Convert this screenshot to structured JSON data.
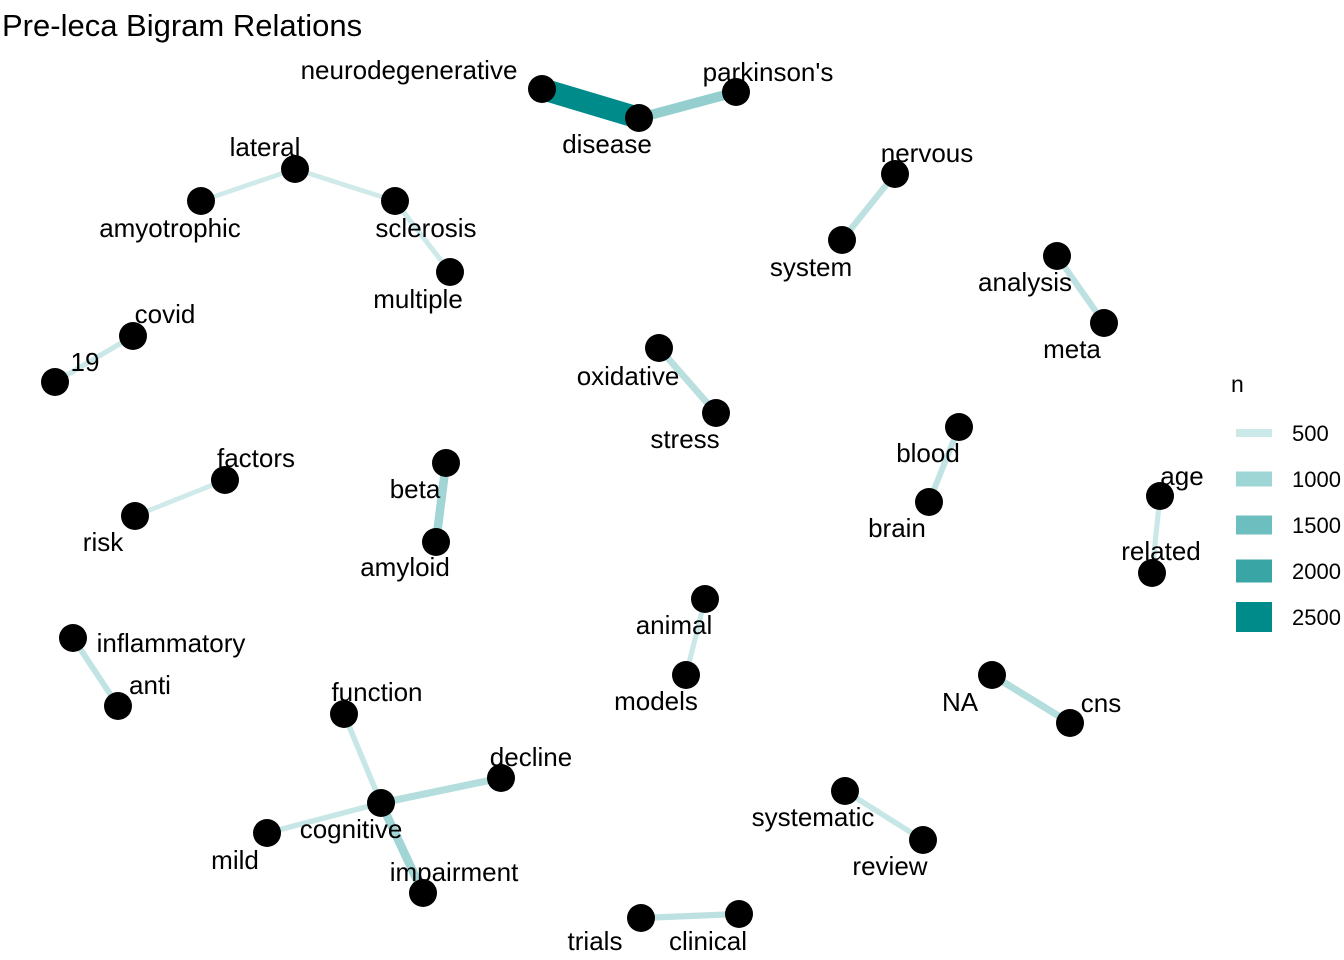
{
  "title": "Pre-leca Bigram Relations",
  "colors": {
    "edge_low": "#d9eeee",
    "edge_high": "#008b8b",
    "node": "#000000"
  },
  "legend": {
    "title": "n",
    "entries": [
      {
        "label": "500",
        "value": 500,
        "color": "#cce9e9"
      },
      {
        "label": "1000",
        "value": 1000,
        "color": "#9ed5d5"
      },
      {
        "label": "1500",
        "value": 1500,
        "color": "#6dbebe"
      },
      {
        "label": "2000",
        "value": 2000,
        "color": "#3aa5a5"
      },
      {
        "label": "2500",
        "value": 2500,
        "color": "#008b8b"
      }
    ]
  },
  "nodes": [
    {
      "id": "neurodegenerative",
      "label": "neurodegenerative"
    },
    {
      "id": "disease",
      "label": "disease"
    },
    {
      "id": "parkinsons",
      "label": "parkinson's"
    },
    {
      "id": "lateral",
      "label": "lateral"
    },
    {
      "id": "amyotrophic",
      "label": "amyotrophic"
    },
    {
      "id": "sclerosis",
      "label": "sclerosis"
    },
    {
      "id": "multiple",
      "label": "multiple"
    },
    {
      "id": "nervous",
      "label": "nervous"
    },
    {
      "id": "system",
      "label": "system"
    },
    {
      "id": "analysis",
      "label": "analysis"
    },
    {
      "id": "meta",
      "label": "meta"
    },
    {
      "id": "covid",
      "label": "covid"
    },
    {
      "id": "n19",
      "label": "19"
    },
    {
      "id": "oxidative",
      "label": "oxidative"
    },
    {
      "id": "stress",
      "label": "stress"
    },
    {
      "id": "factors",
      "label": "factors"
    },
    {
      "id": "risk",
      "label": "risk"
    },
    {
      "id": "beta",
      "label": "beta"
    },
    {
      "id": "amyloid",
      "label": "amyloid"
    },
    {
      "id": "blood",
      "label": "blood"
    },
    {
      "id": "brain",
      "label": "brain"
    },
    {
      "id": "age",
      "label": "age"
    },
    {
      "id": "related",
      "label": "related"
    },
    {
      "id": "inflammatory",
      "label": "inflammatory"
    },
    {
      "id": "anti",
      "label": "anti"
    },
    {
      "id": "animal",
      "label": "animal"
    },
    {
      "id": "models",
      "label": "models"
    },
    {
      "id": "function",
      "label": "function"
    },
    {
      "id": "decline",
      "label": "decline"
    },
    {
      "id": "cognitive",
      "label": "cognitive"
    },
    {
      "id": "mild",
      "label": "mild"
    },
    {
      "id": "impairment",
      "label": "impairment"
    },
    {
      "id": "na",
      "label": "NA"
    },
    {
      "id": "cns",
      "label": "cns"
    },
    {
      "id": "systematic",
      "label": "systematic"
    },
    {
      "id": "review",
      "label": "review"
    },
    {
      "id": "trials",
      "label": "trials"
    },
    {
      "id": "clinical",
      "label": "clinical"
    }
  ],
  "edges": [
    {
      "from": "neurodegenerative",
      "to": "disease",
      "n": 2600
    },
    {
      "from": "parkinsons",
      "to": "disease",
      "n": 1000
    },
    {
      "from": "amyotrophic",
      "to": "lateral",
      "n": 350
    },
    {
      "from": "lateral",
      "to": "sclerosis",
      "n": 350
    },
    {
      "from": "multiple",
      "to": "sclerosis",
      "n": 380
    },
    {
      "from": "nervous",
      "to": "system",
      "n": 550
    },
    {
      "from": "meta",
      "to": "analysis",
      "n": 550
    },
    {
      "from": "covid",
      "to": "n19",
      "n": 400
    },
    {
      "from": "oxidative",
      "to": "stress",
      "n": 600
    },
    {
      "from": "risk",
      "to": "factors",
      "n": 350
    },
    {
      "from": "amyloid",
      "to": "beta",
      "n": 850
    },
    {
      "from": "blood",
      "to": "brain",
      "n": 500
    },
    {
      "from": "age",
      "to": "related",
      "n": 400
    },
    {
      "from": "anti",
      "to": "inflammatory",
      "n": 500
    },
    {
      "from": "animal",
      "to": "models",
      "n": 400
    },
    {
      "from": "cognitive",
      "to": "function",
      "n": 450
    },
    {
      "from": "cognitive",
      "to": "decline",
      "n": 650
    },
    {
      "from": "mild",
      "to": "cognitive",
      "n": 450
    },
    {
      "from": "cognitive",
      "to": "impairment",
      "n": 850
    },
    {
      "from": "na",
      "to": "cns",
      "n": 650
    },
    {
      "from": "systematic",
      "to": "review",
      "n": 450
    },
    {
      "from": "clinical",
      "to": "trials",
      "n": 550
    }
  ]
}
